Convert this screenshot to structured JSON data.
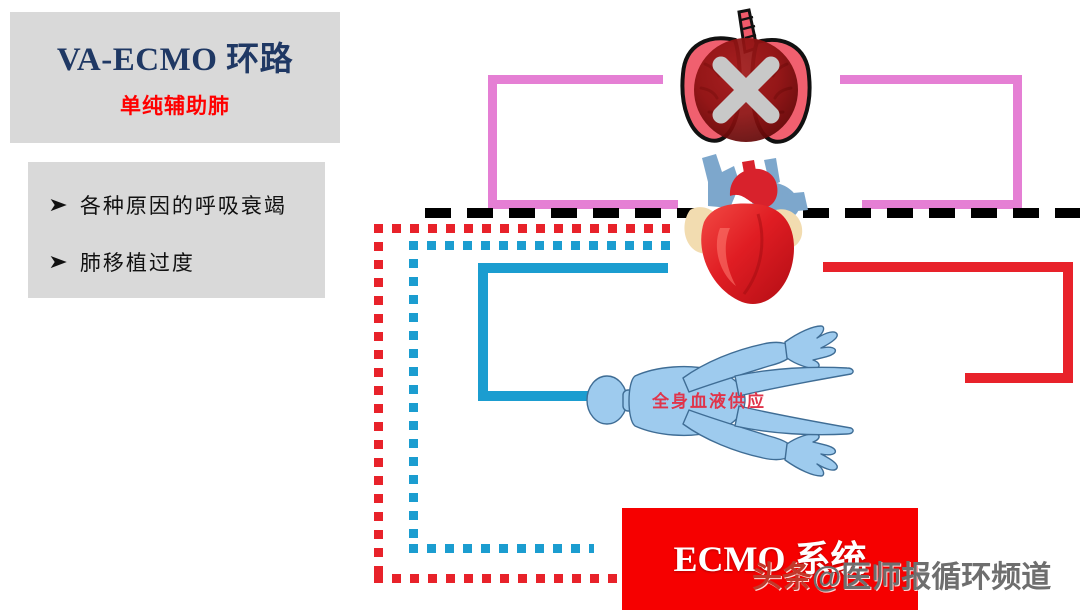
{
  "title_panel": {
    "main": "VA-ECMO 环路",
    "sub": "单纯辅助肺"
  },
  "bullet_panel": {
    "marker": "➤",
    "items": [
      "各种原因的呼吸衰竭",
      "肺移植过度"
    ]
  },
  "diagram": {
    "lung_label": "lungs-disabled",
    "lung_cross_mark": "X",
    "heart_label": "heart",
    "body_label": "全身血液供应",
    "ecmo_box_label": "ECMO 系统",
    "separator_label": "black-dashed-divider"
  },
  "watermark": {
    "head": "头条",
    "channel": "@医师报循环频道"
  },
  "colors": {
    "title_text": "#1f3864",
    "subtitle_text": "#ff0000",
    "panel_bg": "#d9d9d9",
    "pink_flow": "#e57fd4",
    "cyan_flow": "#1b9dd0",
    "red_flow": "#e8222a",
    "ecmo_bg": "#f60000",
    "body_fill": "#9ecbee",
    "divider": "#000000"
  }
}
